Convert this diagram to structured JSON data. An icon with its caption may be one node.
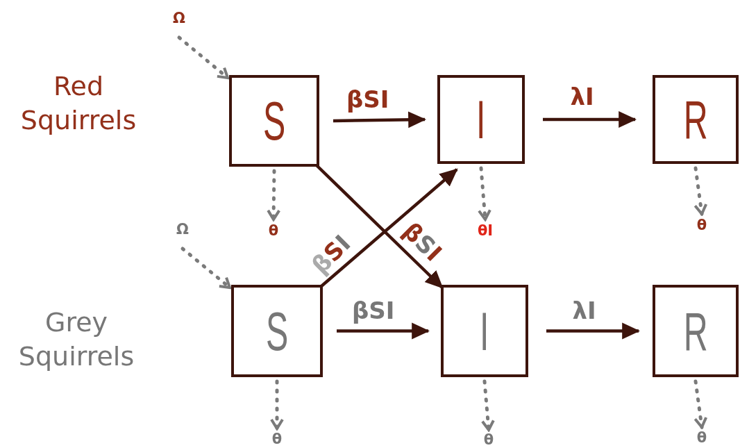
{
  "diagram": {
    "nodes": [
      {
        "text": [
          "S"
        ]
      },
      {
        "text": [
          "I"
        ]
      },
      {
        "text": [
          "R"
        ]
      },
      {
        "text": [
          "S"
        ]
      },
      {
        "text": [
          "I"
        ]
      },
      {
        "text": [
          "R"
        ]
      },
      {
        "text": [
          "Ω"
        ]
      },
      {
        "text": [
          "Ω"
        ]
      },
      {
        "text": [
          "θ"
        ]
      },
      {
        "text": [
          "θI"
        ]
      },
      {
        "text": [
          "θ"
        ]
      },
      {
        "text": [
          "θ"
        ]
      },
      {
        "text": [
          "θ"
        ]
      },
      {
        "text": [
          "θ"
        ]
      }
    ],
    "edges": [
      {
        "from": 0,
        "to": 1,
        "arrow": "to",
        "label": "βSI",
        "color": "#3d140c"
      },
      {
        "from": 1,
        "to": 2,
        "arrow": "to",
        "label": "λI",
        "color": "#3d140c"
      },
      {
        "from": 3,
        "to": 4,
        "arrow": "to",
        "label": "βSI",
        "color": "#3d140c"
      },
      {
        "from": 4,
        "to": 5,
        "arrow": "to",
        "label": "λI",
        "color": "#3d140c"
      },
      {
        "from": 0,
        "to": 4,
        "arrow": "to",
        "label": "βSI",
        "color": "#3d140c"
      },
      {
        "from": 3,
        "to": 1,
        "arrow": "to",
        "label": "βSI",
        "color": "#3d140c"
      },
      {
        "from": 6,
        "to": 0,
        "arrow": "to",
        "style": "dashed"
      },
      {
        "from": 7,
        "to": 3,
        "arrow": "to",
        "style": "dashed"
      },
      {
        "from": 0,
        "to": 8,
        "arrow": "to",
        "style": "dashed"
      },
      {
        "from": 1,
        "to": 9,
        "arrow": "to",
        "style": "dashed"
      },
      {
        "from": 2,
        "to": 10,
        "arrow": "to",
        "style": "dashed"
      },
      {
        "from": 3,
        "to": 11,
        "arrow": "to",
        "style": "dashed"
      },
      {
        "from": 4,
        "to": 12,
        "arrow": "to",
        "style": "dashed"
      },
      {
        "from": 5,
        "to": 13,
        "arrow": "to",
        "style": "dashed"
      }
    ],
    "labels": [
      "Red Squirrels",
      "Grey Squirrels"
    ]
  }
}
